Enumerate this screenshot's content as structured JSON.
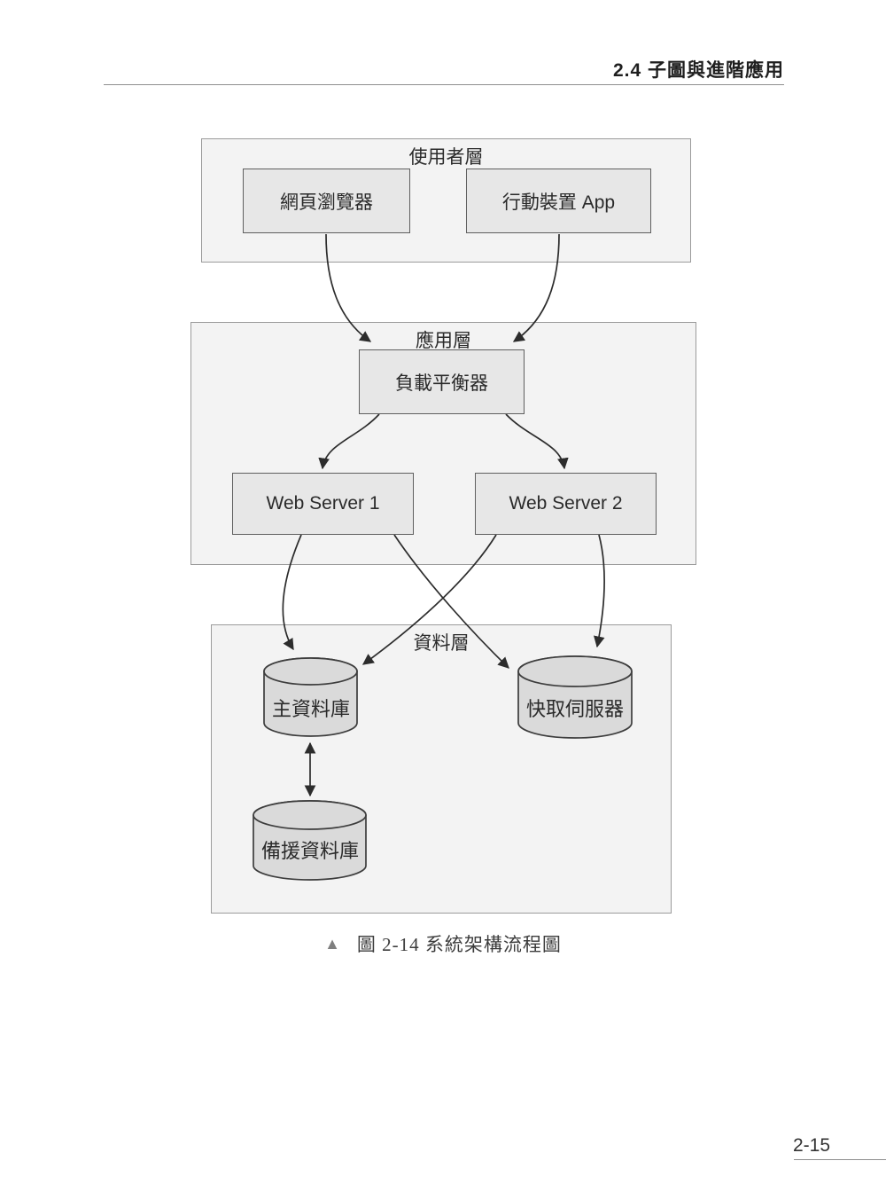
{
  "header": {
    "section_title": "2.4  子圖與進階應用"
  },
  "footer": {
    "page_number": "2-15"
  },
  "figure": {
    "caption_marker": "▲",
    "caption": "圖 2-14 系統架構流程圖",
    "layers": [
      {
        "title": "使用者層",
        "nodes": [
          {
            "label": "網頁瀏覽器",
            "shape": "box"
          },
          {
            "label": "行動裝置 App",
            "shape": "box"
          }
        ]
      },
      {
        "title": "應用層",
        "nodes": [
          {
            "label": "負載平衡器",
            "shape": "box"
          },
          {
            "label": "Web Server 1",
            "shape": "box"
          },
          {
            "label": "Web Server 2",
            "shape": "box"
          }
        ]
      },
      {
        "title": "資料層",
        "nodes": [
          {
            "label": "主資料庫",
            "shape": "cylinder"
          },
          {
            "label": "快取伺服器",
            "shape": "cylinder"
          },
          {
            "label": "備援資料庫",
            "shape": "cylinder"
          }
        ]
      }
    ],
    "edges": [
      {
        "from": "網頁瀏覽器",
        "to": "負載平衡器",
        "direction": "one-way"
      },
      {
        "from": "行動裝置 App",
        "to": "負載平衡器",
        "direction": "one-way"
      },
      {
        "from": "負載平衡器",
        "to": "Web Server 1",
        "direction": "one-way"
      },
      {
        "from": "負載平衡器",
        "to": "Web Server 2",
        "direction": "one-way"
      },
      {
        "from": "Web Server 1",
        "to": "主資料庫",
        "direction": "one-way"
      },
      {
        "from": "Web Server 1",
        "to": "快取伺服器",
        "direction": "one-way"
      },
      {
        "from": "Web Server 2",
        "to": "主資料庫",
        "direction": "one-way"
      },
      {
        "from": "Web Server 2",
        "to": "快取伺服器",
        "direction": "one-way"
      },
      {
        "from": "主資料庫",
        "to": "備援資料庫",
        "direction": "two-way"
      }
    ],
    "colors": {
      "layer_fill": "#f3f3f3",
      "layer_border": "#9b9b9b",
      "node_fill": "#e7e7e7",
      "node_border": "#5f5f5f",
      "cylinder_fill": "#dadada",
      "edge": "#2c2c2c",
      "text": "#2a2a2a",
      "rule": "#8f8f8f"
    }
  }
}
